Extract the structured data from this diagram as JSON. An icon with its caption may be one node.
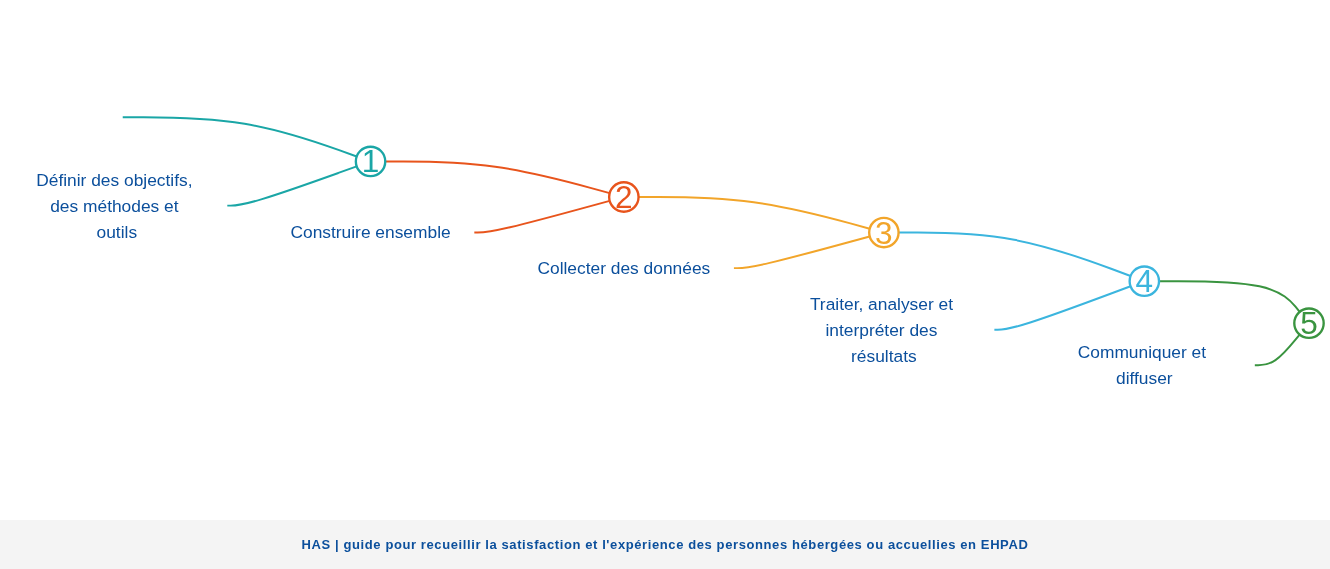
{
  "diagram": {
    "nodes": [
      {
        "text": [
          "Définir des objectifs, des méthodes et outils"
        ]
      },
      {
        "text": [
          "1"
        ]
      },
      {
        "text": [
          "Construire ensemble"
        ]
      },
      {
        "text": [
          "2"
        ]
      },
      {
        "text": [
          "Collecter des données"
        ]
      },
      {
        "text": [
          "3"
        ]
      },
      {
        "text": [
          "Traiter, analyser et interpréter des résultats"
        ]
      },
      {
        "text": [
          "4"
        ]
      },
      {
        "text": [
          "Communiquer et diffuser"
        ]
      },
      {
        "text": [
          "5"
        ]
      }
    ],
    "edges": [
      {
        "from": null,
        "to": 1,
        "arrow": "none",
        "color": "#1aa6a6"
      },
      {
        "from": 0,
        "to": 1,
        "arrow": "none",
        "color": "#1aa6a6"
      },
      {
        "from": 1,
        "to": 3,
        "arrow": "none",
        "color": "#e8541c"
      },
      {
        "from": 2,
        "to": 3,
        "arrow": "none",
        "color": "#e8541c"
      },
      {
        "from": 3,
        "to": 5,
        "arrow": "none",
        "color": "#f2a52a"
      },
      {
        "from": 4,
        "to": 5,
        "arrow": "none",
        "color": "#f2a52a"
      },
      {
        "from": 5,
        "to": 7,
        "arrow": "none",
        "color": "#3bb5de"
      },
      {
        "from": 6,
        "to": 7,
        "arrow": "none",
        "color": "#3bb5de"
      },
      {
        "from": 7,
        "to": 9,
        "arrow": "none",
        "color": "#3a9440"
      },
      {
        "from": 8,
        "to": 9,
        "arrow": "none",
        "color": "#3a9440"
      }
    ],
    "labels": [
      "HAS | guide pour recueillir la satisfaction et l'expérience des personnes hébergées ou accuellies en EHPAD"
    ]
  }
}
